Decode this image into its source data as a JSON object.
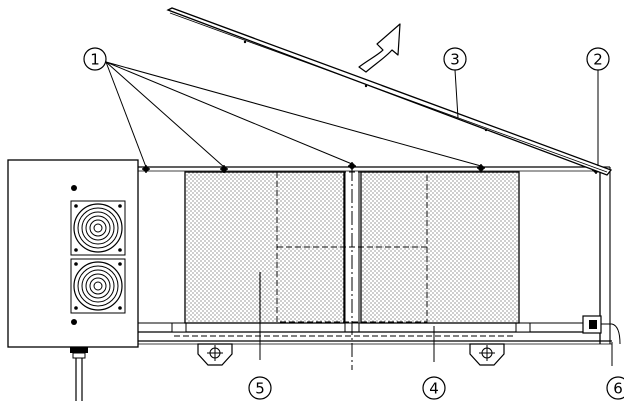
{
  "callouts": [
    {
      "id": "c1",
      "label": "1"
    },
    {
      "id": "c2",
      "label": "2"
    },
    {
      "id": "c3",
      "label": "3"
    },
    {
      "id": "c4",
      "label": "4"
    },
    {
      "id": "c5",
      "label": "5"
    },
    {
      "id": "c6",
      "label": "6"
    }
  ],
  "colors": {
    "line": "#000000",
    "background": "#ffffff",
    "filter_dots": "#555555"
  },
  "icons": [
    "fan-grille-icon",
    "open-arrow-icon",
    "fastener-icon",
    "mount-foot-icon",
    "screw-icon",
    "cable-gland-icon"
  ]
}
